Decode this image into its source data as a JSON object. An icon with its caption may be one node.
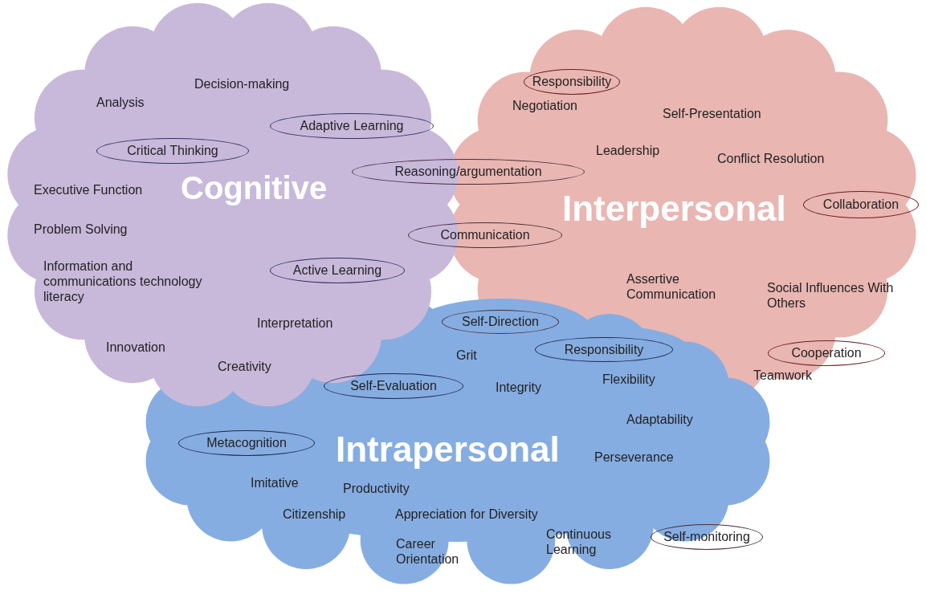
{
  "diagram": {
    "nodes": [
      {
        "text": [
          "Cognitive"
        ]
      },
      {
        "text": [
          "Interpersonal"
        ]
      },
      {
        "text": [
          "Intrapersonal"
        ]
      },
      {
        "text": [
          "Responsibility"
        ],
        "in": 1
      },
      {
        "text": [
          "Adaptive Learning"
        ],
        "in": 0
      },
      {
        "text": [
          "Critical Thinking"
        ],
        "in": 0
      },
      {
        "text": [
          "Reasoning/argumentation"
        ]
      },
      {
        "text": [
          "Collaboration"
        ],
        "in": 1
      },
      {
        "text": [
          "Communication"
        ]
      },
      {
        "text": [
          "Active Learning"
        ],
        "in": 0
      },
      {
        "text": [
          "Self-Direction"
        ]
      },
      {
        "text": [
          "Responsibility"
        ],
        "in": 2
      },
      {
        "text": [
          "Cooperation"
        ],
        "in": 1
      },
      {
        "text": [
          "Self-Evaluation"
        ],
        "in": 2
      },
      {
        "text": [
          "Metacognition"
        ],
        "in": 2
      },
      {
        "text": [
          "Self-monitoring"
        ]
      }
    ],
    "labels": [
      "Decision-making",
      "Analysis",
      "Negotiation",
      "Self-Presentation",
      "Leadership",
      "Conflict Resolution",
      "Executive Function",
      "Problem Solving",
      "Information and communications technology literacy",
      "Assertive Communication",
      "Social Influences With Others",
      "Interpretation",
      "Innovation",
      "Grit",
      "Creativity",
      "Integrity",
      "Flexibility",
      "Teamwork",
      "Adaptability",
      "Perseverance",
      "Imitative",
      "Productivity",
      "Citizenship",
      "Appreciation for Diversity",
      "Career Orientation",
      "Continuous Learning"
    ]
  }
}
